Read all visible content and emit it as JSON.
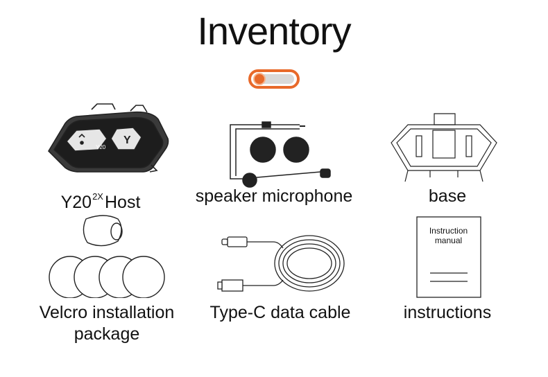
{
  "title": "Inventory",
  "items": [
    {
      "label_main": "Y20",
      "label_sup": "2X",
      "label_end": "Host"
    },
    {
      "label": "speaker microphone"
    },
    {
      "label": "base"
    },
    {
      "label_line1": "Velcro installation",
      "label_line2": "package"
    },
    {
      "label": "Type-C data cable"
    },
    {
      "label": "instructions",
      "manual_line1": "Instruction",
      "manual_line2": "manual"
    }
  ],
  "device_text": {
    "logo_mark": "Y",
    "model": "Y20"
  },
  "accent_color": "#e8692a"
}
